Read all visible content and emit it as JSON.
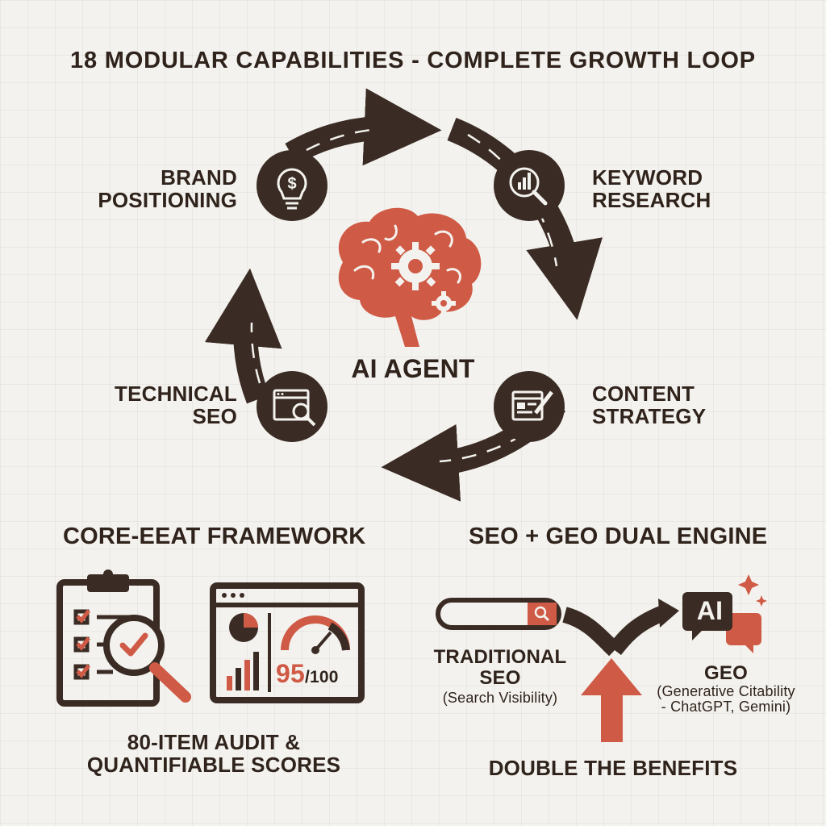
{
  "title": "18 MODULAR CAPABILITIES - COMPLETE GROWTH LOOP",
  "loop": {
    "center_label": "AI AGENT",
    "nodes": [
      {
        "label_line1": "BRAND",
        "label_line2": "POSITIONING",
        "icon": "lightbulb-dollar-icon"
      },
      {
        "label_line1": "KEYWORD",
        "label_line2": "RESEARCH",
        "icon": "chart-magnifier-icon"
      },
      {
        "label_line1": "CONTENT",
        "label_line2": "STRATEGY",
        "icon": "document-pencil-icon"
      },
      {
        "label_line1": "TECHNICAL",
        "label_line2": "SEO",
        "icon": "browser-search-icon"
      }
    ]
  },
  "framework": {
    "heading": "CORE-EEAT FRAMEWORK",
    "score_value": "95",
    "score_max": "/100",
    "caption_line1": "80-ITEM AUDIT &",
    "caption_line2": "QUANTIFIABLE SCORES"
  },
  "dual_engine": {
    "heading": "SEO + GEO DUAL ENGINE",
    "seo_line1": "TRADITIONAL",
    "seo_line2": "SEO",
    "seo_sub": "(Search Visibility)",
    "geo_title": "GEO",
    "geo_sub_line1": "(Generative Citability",
    "geo_sub_line2": "- ChatGPT, Gemini)",
    "ai_badge": "AI",
    "benefit": "DOUBLE THE BENEFITS"
  },
  "colors": {
    "dark": "#3a2c24",
    "accent": "#cf5a45",
    "background": "#f4f2ee"
  }
}
